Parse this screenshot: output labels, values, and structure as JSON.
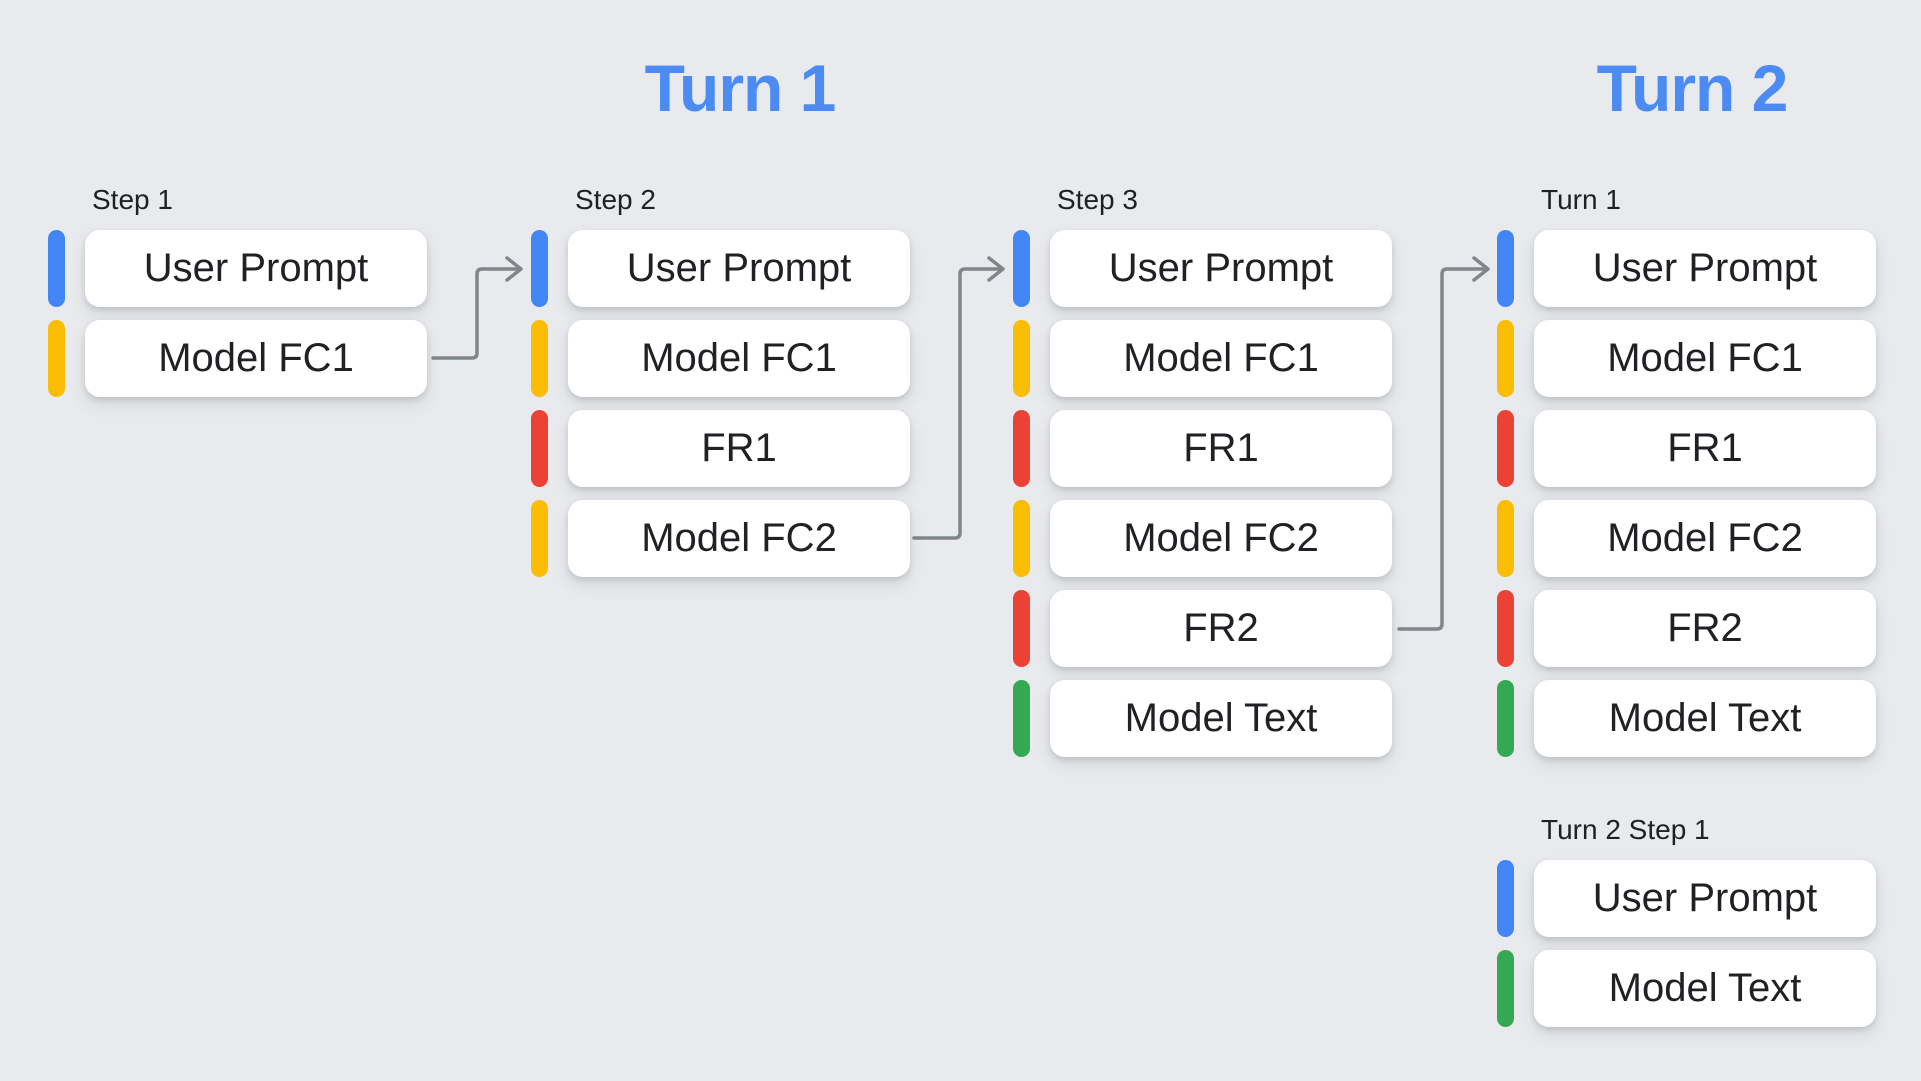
{
  "colors": {
    "background": "#E8EAED",
    "card": "#FFFFFF",
    "text": "#202124",
    "title": "#4C8BF4",
    "connector": "#80868B",
    "blue": "#4285F4",
    "yellow": "#FBBC04",
    "red": "#EA4335",
    "green": "#34A853"
  },
  "titles": {
    "turn1": "Turn 1",
    "turn2": "Turn 2"
  },
  "columns": [
    {
      "label": "Step 1",
      "rows": [
        {
          "label": "User Prompt",
          "color": "#4285F4"
        },
        {
          "label": "Model FC1",
          "color": "#FBBC04"
        }
      ]
    },
    {
      "label": "Step 2",
      "rows": [
        {
          "label": "User Prompt",
          "color": "#4285F4"
        },
        {
          "label": "Model FC1",
          "color": "#FBBC04"
        },
        {
          "label": "FR1",
          "color": "#EA4335"
        },
        {
          "label": "Model FC2",
          "color": "#FBBC04"
        }
      ]
    },
    {
      "label": "Step 3",
      "rows": [
        {
          "label": "User Prompt",
          "color": "#4285F4"
        },
        {
          "label": "Model FC1",
          "color": "#FBBC04"
        },
        {
          "label": "FR1",
          "color": "#EA4335"
        },
        {
          "label": "Model FC2",
          "color": "#FBBC04"
        },
        {
          "label": "FR2",
          "color": "#EA4335"
        },
        {
          "label": "Model Text",
          "color": "#34A853"
        }
      ]
    },
    {
      "label": "Turn 1",
      "rows": [
        {
          "label": "User Prompt",
          "color": "#4285F4"
        },
        {
          "label": "Model FC1",
          "color": "#FBBC04"
        },
        {
          "label": "FR1",
          "color": "#EA4335"
        },
        {
          "label": "Model FC2",
          "color": "#FBBC04"
        },
        {
          "label": "FR2",
          "color": "#EA4335"
        },
        {
          "label": "Model Text",
          "color": "#34A853"
        }
      ]
    },
    {
      "label": "Turn 2 Step 1",
      "rows": [
        {
          "label": "User Prompt",
          "color": "#4285F4"
        },
        {
          "label": "Model Text",
          "color": "#34A853"
        }
      ]
    }
  ]
}
